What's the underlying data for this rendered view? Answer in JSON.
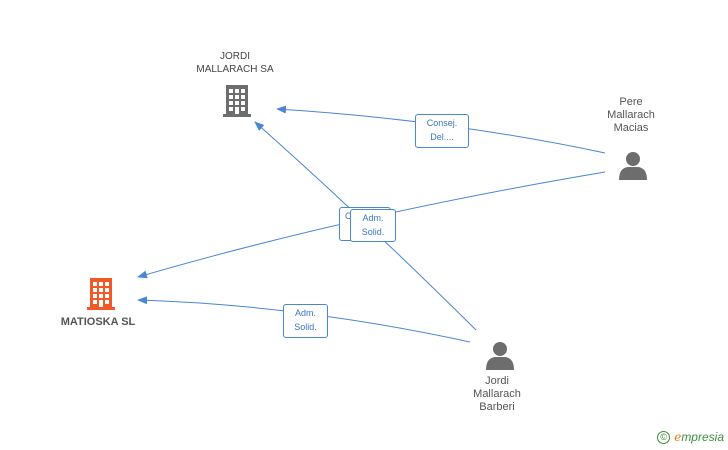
{
  "nodes": {
    "jordi_sa": {
      "label_line1": "JORDI",
      "label_line2": "MALLARACH SA",
      "color": "#6d6d6d"
    },
    "matioska": {
      "label": "MATIOSKA SL",
      "color": "#f05a28"
    },
    "pere": {
      "line1": "Pere",
      "line2": "Mallarach",
      "line3": "Macias",
      "color": "#6d6d6d"
    },
    "jordi_b": {
      "line1": "Jordi",
      "line2": "Mallarach",
      "line3": "Barberi",
      "color": "#6d6d6d"
    }
  },
  "edges": {
    "pere_jordi_sa": {
      "line1": "Consej.",
      "line2": "Del...."
    },
    "pere_matioska": {
      "line1": "Adm.",
      "line2": "Solid."
    },
    "back_label_fragment": {
      "text": "C"
    },
    "jordib_matioska": {
      "line1": "Adm.",
      "line2": "Solid."
    }
  },
  "brand": {
    "copyright": "©",
    "e": "e",
    "rest": "mpresia"
  },
  "colors": {
    "edge": "#4a86d4"
  }
}
